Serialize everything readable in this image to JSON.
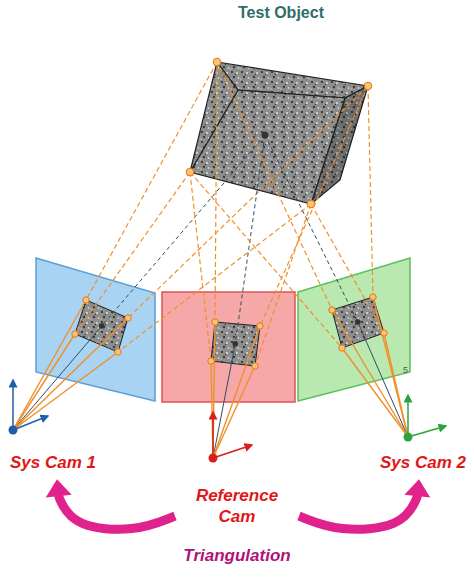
{
  "diagram": {
    "nodes": [
      {
        "text": [
          "Test Object"
        ]
      },
      {
        "text": [
          "Sys Cam 1"
        ]
      },
      {
        "text": [
          "Reference Cam"
        ]
      },
      {
        "text": [
          "Sys Cam 2"
        ]
      }
    ],
    "edges": [
      {
        "from": 2,
        "to": 1,
        "arrow": "to"
      },
      {
        "from": 2,
        "to": 3,
        "arrow": "to"
      }
    ],
    "labels": [
      "Triangulation",
      "5"
    ]
  }
}
